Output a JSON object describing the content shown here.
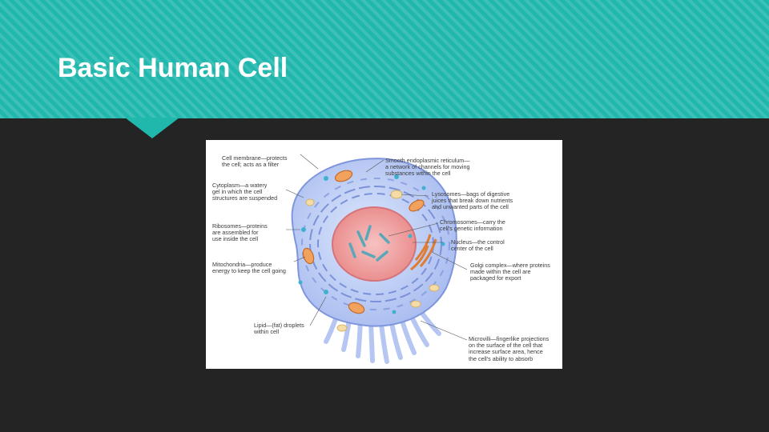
{
  "slide": {
    "title": "Basic Human Cell"
  },
  "diagram": {
    "labels": {
      "cell_membrane": [
        "Cell membrane—protects",
        "the cell; acts as a filter"
      ],
      "cytoplasm": [
        "Cytoplasm—a watery",
        "gel in which the cell",
        "structures are suspended"
      ],
      "ribosomes": [
        "Ribosomes—proteins",
        "are assembled for",
        "use inside the cell"
      ],
      "mitochondria": [
        "Mitochondria—produce",
        "energy to keep the cell going"
      ],
      "lipid": [
        "Lipid—(fat) droplets",
        "within cell"
      ],
      "smooth_er": [
        "Smooth endoplasmic reticulum—",
        "a network of channels for moving",
        "substances within the cell"
      ],
      "lysosomes": [
        "Lysosomes—bags of digestive",
        "juices that break down nutrients",
        "and unwanted parts of the cell"
      ],
      "chromosomes": [
        "Chromosomes—carry the",
        "cell's genetic information"
      ],
      "nucleus": [
        "Nucleus—the control",
        "center of the cell"
      ],
      "golgi": [
        "Golgi complex—where proteins",
        "made within the cell are",
        "packaged for export"
      ],
      "microvilli": [
        "Microvilli—fingerlike projections",
        "on the surface of the cell that",
        "increase surface area, hence",
        "the cell's ability to absorb"
      ]
    }
  }
}
